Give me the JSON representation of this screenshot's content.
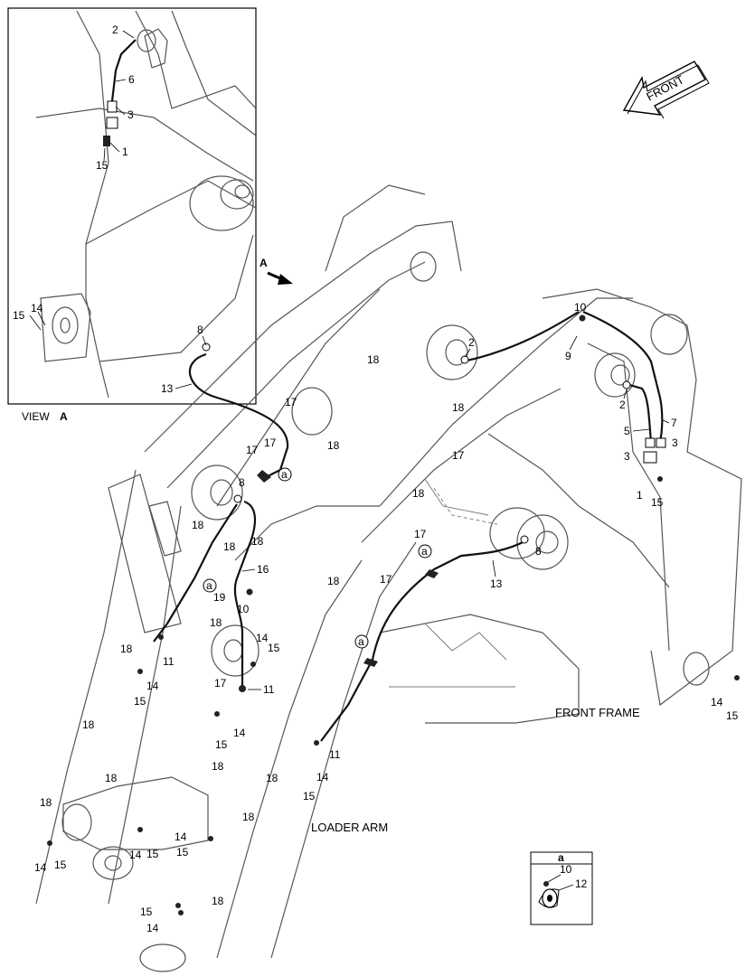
{
  "view_label": {
    "prefix": "VIEW",
    "letter": "A"
  },
  "view_arrow_letter": "A",
  "front_arrow_label": "FRONT",
  "front_frame_label": "FRONT FRAME",
  "loader_arm_label": "LOADER ARM",
  "detail_a": {
    "title": "a",
    "parts": [
      "10",
      "12"
    ]
  },
  "inset_callouts": [
    "2",
    "6",
    "3",
    "1",
    "15",
    "15",
    "14"
  ],
  "main_callouts": {
    "n1": "1",
    "n2": "2",
    "n3": "3",
    "n5": "5",
    "n7": "7",
    "n8": "8",
    "n9": "9",
    "n10": "10",
    "n11": "11",
    "n12": "12",
    "n13": "13",
    "n14": "14",
    "n15": "15",
    "n16": "16",
    "n17": "17",
    "n18": "18",
    "n19": "19"
  },
  "circle_marks": [
    "a",
    "a",
    "a"
  ]
}
